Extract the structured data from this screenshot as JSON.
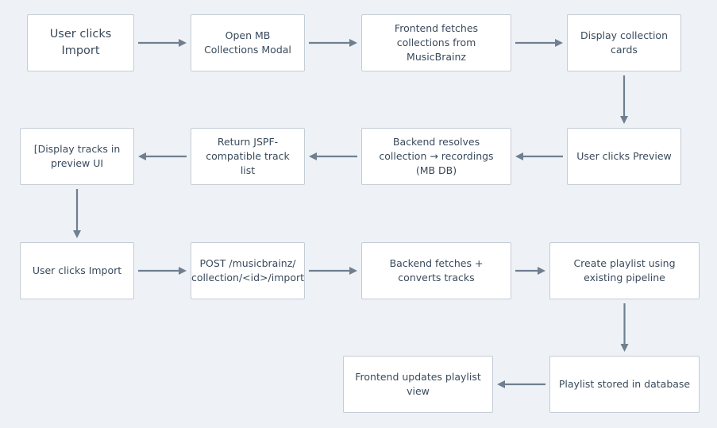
{
  "colors": {
    "background": "#eef2f6",
    "box_fill": "#ffffff",
    "box_border": "#c4ccd6",
    "arrow": "#6f7f90",
    "text": "#3a4a5c"
  },
  "nodes": {
    "n1": "User clicks Import",
    "n2": "Open MB Collections Modal",
    "n3": "Frontend fetches collections from MusicBrainz",
    "n4": "Display collection cards",
    "n5": "User clicks Preview",
    "n6": "Backend resolves collection → recordings (MB DB)",
    "n7": "Return JSPF-compatible track list",
    "n8": "[Display tracks in preview UI",
    "n9": "User clicks Import",
    "n10": "POST /musicbrainz/ collection/<id>/import",
    "n11": "Backend fetches + converts tracks",
    "n12": "Create playlist using existing pipeline",
    "n13": "Playlist stored in database",
    "n14": "Frontend updates playlist view"
  },
  "edges": [
    [
      "n1",
      "n2"
    ],
    [
      "n2",
      "n3"
    ],
    [
      "n3",
      "n4"
    ],
    [
      "n4",
      "n5"
    ],
    [
      "n5",
      "n6"
    ],
    [
      "n6",
      "n7"
    ],
    [
      "n7",
      "n8"
    ],
    [
      "n8",
      "n9"
    ],
    [
      "n9",
      "n10"
    ],
    [
      "n10",
      "n11"
    ],
    [
      "n11",
      "n12"
    ],
    [
      "n12",
      "n13"
    ],
    [
      "n13",
      "n14"
    ]
  ]
}
